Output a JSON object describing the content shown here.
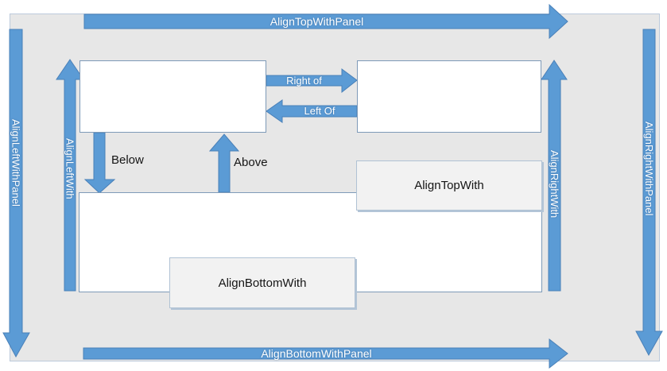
{
  "title": "RelativeLayout alignment diagram",
  "arrows": {
    "align_top_with_panel": "AlignTopWithPanel",
    "align_bottom_with_panel": "AlignBottomWithPanel",
    "align_left_with_panel": "AlignLeftWithPanel",
    "align_right_with_panel": "AlignRightWithPanel",
    "align_left_with": "AlignLeftWith",
    "align_right_with": "AlignRightWith",
    "right_of": "Right of",
    "left_of": "Left Of",
    "below": "Below",
    "above": "Above"
  },
  "boxes": {
    "align_top_with": "AlignTopWith",
    "align_bottom_with": "AlignBottomWith"
  },
  "colors": {
    "arrow_fill": "#5b9bd5",
    "arrow_border": "#4a80b8",
    "panel_fill": "#e7e7e7",
    "panel_border": "#bccadb",
    "white_box_fill": "#ffffff",
    "white_box_border": "#7e9ab8",
    "gray_box_fill": "#f2f2f2",
    "gray_box_border": "#b0c2d4",
    "label_light": "#ffffff",
    "label_dark": "#151515"
  }
}
